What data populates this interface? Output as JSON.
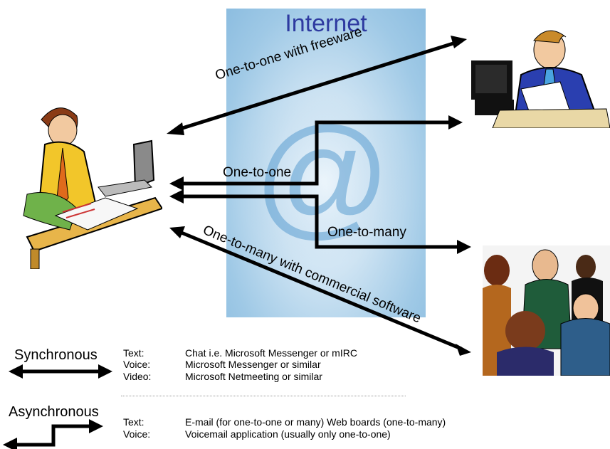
{
  "internet_label": "Internet",
  "connections": {
    "freeware": "One-to-one with freeware",
    "one_to_one": "One-to-one",
    "one_to_many": "One-to-many",
    "commercial": "One-to-many with commercial software"
  },
  "legend": {
    "sync": {
      "title": "Synchronous",
      "rows": [
        {
          "type": "Text:",
          "desc": "Chat i.e. Microsoft Messenger or mIRC"
        },
        {
          "type": "Voice:",
          "desc": "Microsoft Messenger or similar"
        },
        {
          "type": "Video:",
          "desc": "Microsoft Netmeeting or similar"
        }
      ]
    },
    "async": {
      "title": "Asynchronous",
      "rows": [
        {
          "type": "Text:",
          "desc": "E-mail (for one-to-one or many) Web boards (one-to-many)"
        },
        {
          "type": "Voice:",
          "desc": "Voicemail application (usually only one-to-one)"
        }
      ]
    }
  },
  "colors": {
    "internet_text": "#2e3aa0",
    "panel": "#9fc9e6",
    "arrow": "#000000"
  }
}
